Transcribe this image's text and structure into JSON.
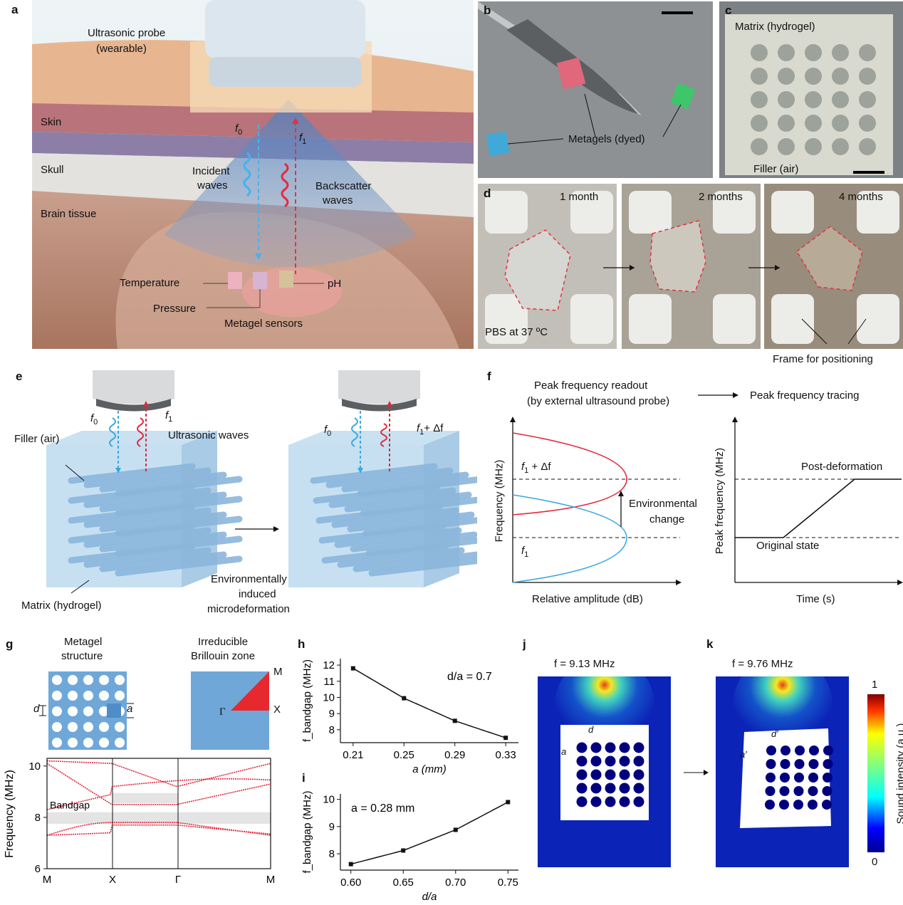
{
  "panel_labels": {
    "a": "a",
    "b": "b",
    "c": "c",
    "d": "d",
    "e": "e",
    "f": "f",
    "g": "g",
    "h": "h",
    "i": "i",
    "j": "j",
    "k": "k"
  },
  "panel_a": {
    "probe_label_1": "Ultrasonic probe",
    "probe_label_2": "(wearable)",
    "layer_skin": "Skin",
    "layer_skull": "Skull",
    "layer_brain": "Brain tissue",
    "f0": "f",
    "f0_sub": "0",
    "f1": "f",
    "f1_sub": "1",
    "incident_1": "Incident",
    "incident_2": "waves",
    "backscatter_1": "Backscatter",
    "backscatter_2": "waves",
    "temperature": "Temperature",
    "pressure": "Pressure",
    "ph": "pH",
    "metagel_sensors": "Metagel sensors"
  },
  "panel_b": {
    "label": "Metagels (dyed)"
  },
  "panel_c": {
    "matrix": "Matrix (hydrogel)",
    "filler": "Filler (air)"
  },
  "panel_d": {
    "t1": "1 month",
    "t2": "2 months",
    "t3": "4 months",
    "pbs": "PBS at 37 ºC",
    "frame": "Frame for positioning"
  },
  "panel_e": {
    "f0": "f",
    "f0_sub": "0",
    "f1": "f",
    "f1_sub": "1",
    "ultrasonic": "Ultrasonic waves",
    "filler": "Filler (air)",
    "matrix": "Matrix (hydrogel)",
    "f1_delta": "+ Δf",
    "env_1": "Environmentally",
    "env_2": "induced",
    "env_3": "microdeformation"
  },
  "panel_f": {
    "readout_1": "Peak frequency readout",
    "readout_2": "(by external ultrasound probe)",
    "tracing": "Peak frequency tracing",
    "ylabel_left": "Frequency (MHz)",
    "xlabel_left": "Relative amplitude (dB)",
    "f1_delta": "f",
    "f1_delta_sub": "1",
    "f1_delta_tail": " + Δf",
    "f1": "f",
    "f1_sub": "1",
    "env_change_1": "Environmental",
    "env_change_2": "change",
    "ylabel_right": "Peak frequency (MHz)",
    "xlabel_right": "Time (s)",
    "post": "Post-deformation",
    "original": "Original state"
  },
  "panel_g": {
    "struct_1": "Metagel",
    "struct_2": "structure",
    "bz_1": "Irreducible",
    "bz_2": "Brillouin zone",
    "d": "d",
    "a": "a",
    "M": "M",
    "X": "X",
    "Gamma": "Γ",
    "bandgap": "Bandgap",
    "ylabel": "Frequency (MHz)"
  },
  "panel_j": {
    "title": "f = 9.13 MHz",
    "d": "d",
    "a": "a"
  },
  "panel_k": {
    "title": "f = 9.76 MHz",
    "d": "d′",
    "a": "a′"
  },
  "colorbar": {
    "max": "1",
    "min": "0",
    "label": "Sound intensity (a.u.)"
  },
  "chart_data": [
    {
      "id": "h",
      "type": "line",
      "x": [
        0.21,
        0.25,
        0.29,
        0.33
      ],
      "series": [
        {
          "name": "f_bandgap",
          "values": [
            11.8,
            9.95,
            8.55,
            7.5
          ]
        }
      ],
      "xlabel": "a (mm)",
      "ylabel": "f_bandgap (MHz)",
      "annotation": "d/a = 0.7",
      "xlim": [
        0.2,
        0.34
      ],
      "ylim": [
        7.2,
        12.4
      ],
      "xticks": [
        "0.21",
        "0.25",
        "0.29",
        "0.33"
      ],
      "yticks": [
        "8",
        "9",
        "10",
        "11",
        "12"
      ]
    },
    {
      "id": "i",
      "type": "line",
      "x": [
        0.6,
        0.65,
        0.7,
        0.75
      ],
      "series": [
        {
          "name": "f_bandgap",
          "values": [
            7.62,
            8.12,
            8.88,
            9.9
          ]
        }
      ],
      "xlabel": "d/a",
      "ylabel": "f_bandgap (MHz)",
      "annotation": "a = 0.28 mm",
      "xlim": [
        0.59,
        0.76
      ],
      "ylim": [
        7.4,
        10.2
      ],
      "xticks": [
        "0.60",
        "0.65",
        "0.70",
        "0.75"
      ],
      "yticks": [
        "8",
        "9",
        "10"
      ]
    },
    {
      "id": "g-band",
      "type": "scatter",
      "title": "Band structure",
      "xticks": [
        "M",
        "X",
        "Γ",
        "M"
      ],
      "yticks": [
        "6",
        "8",
        "10"
      ],
      "ylim": [
        6,
        10.3
      ],
      "ylabel": "Frequency (MHz)",
      "bandgaps": [
        [
          7.75,
          8.2
        ],
        [
          8.55,
          8.95
        ]
      ],
      "bandgap_label": "Bandgap"
    }
  ]
}
